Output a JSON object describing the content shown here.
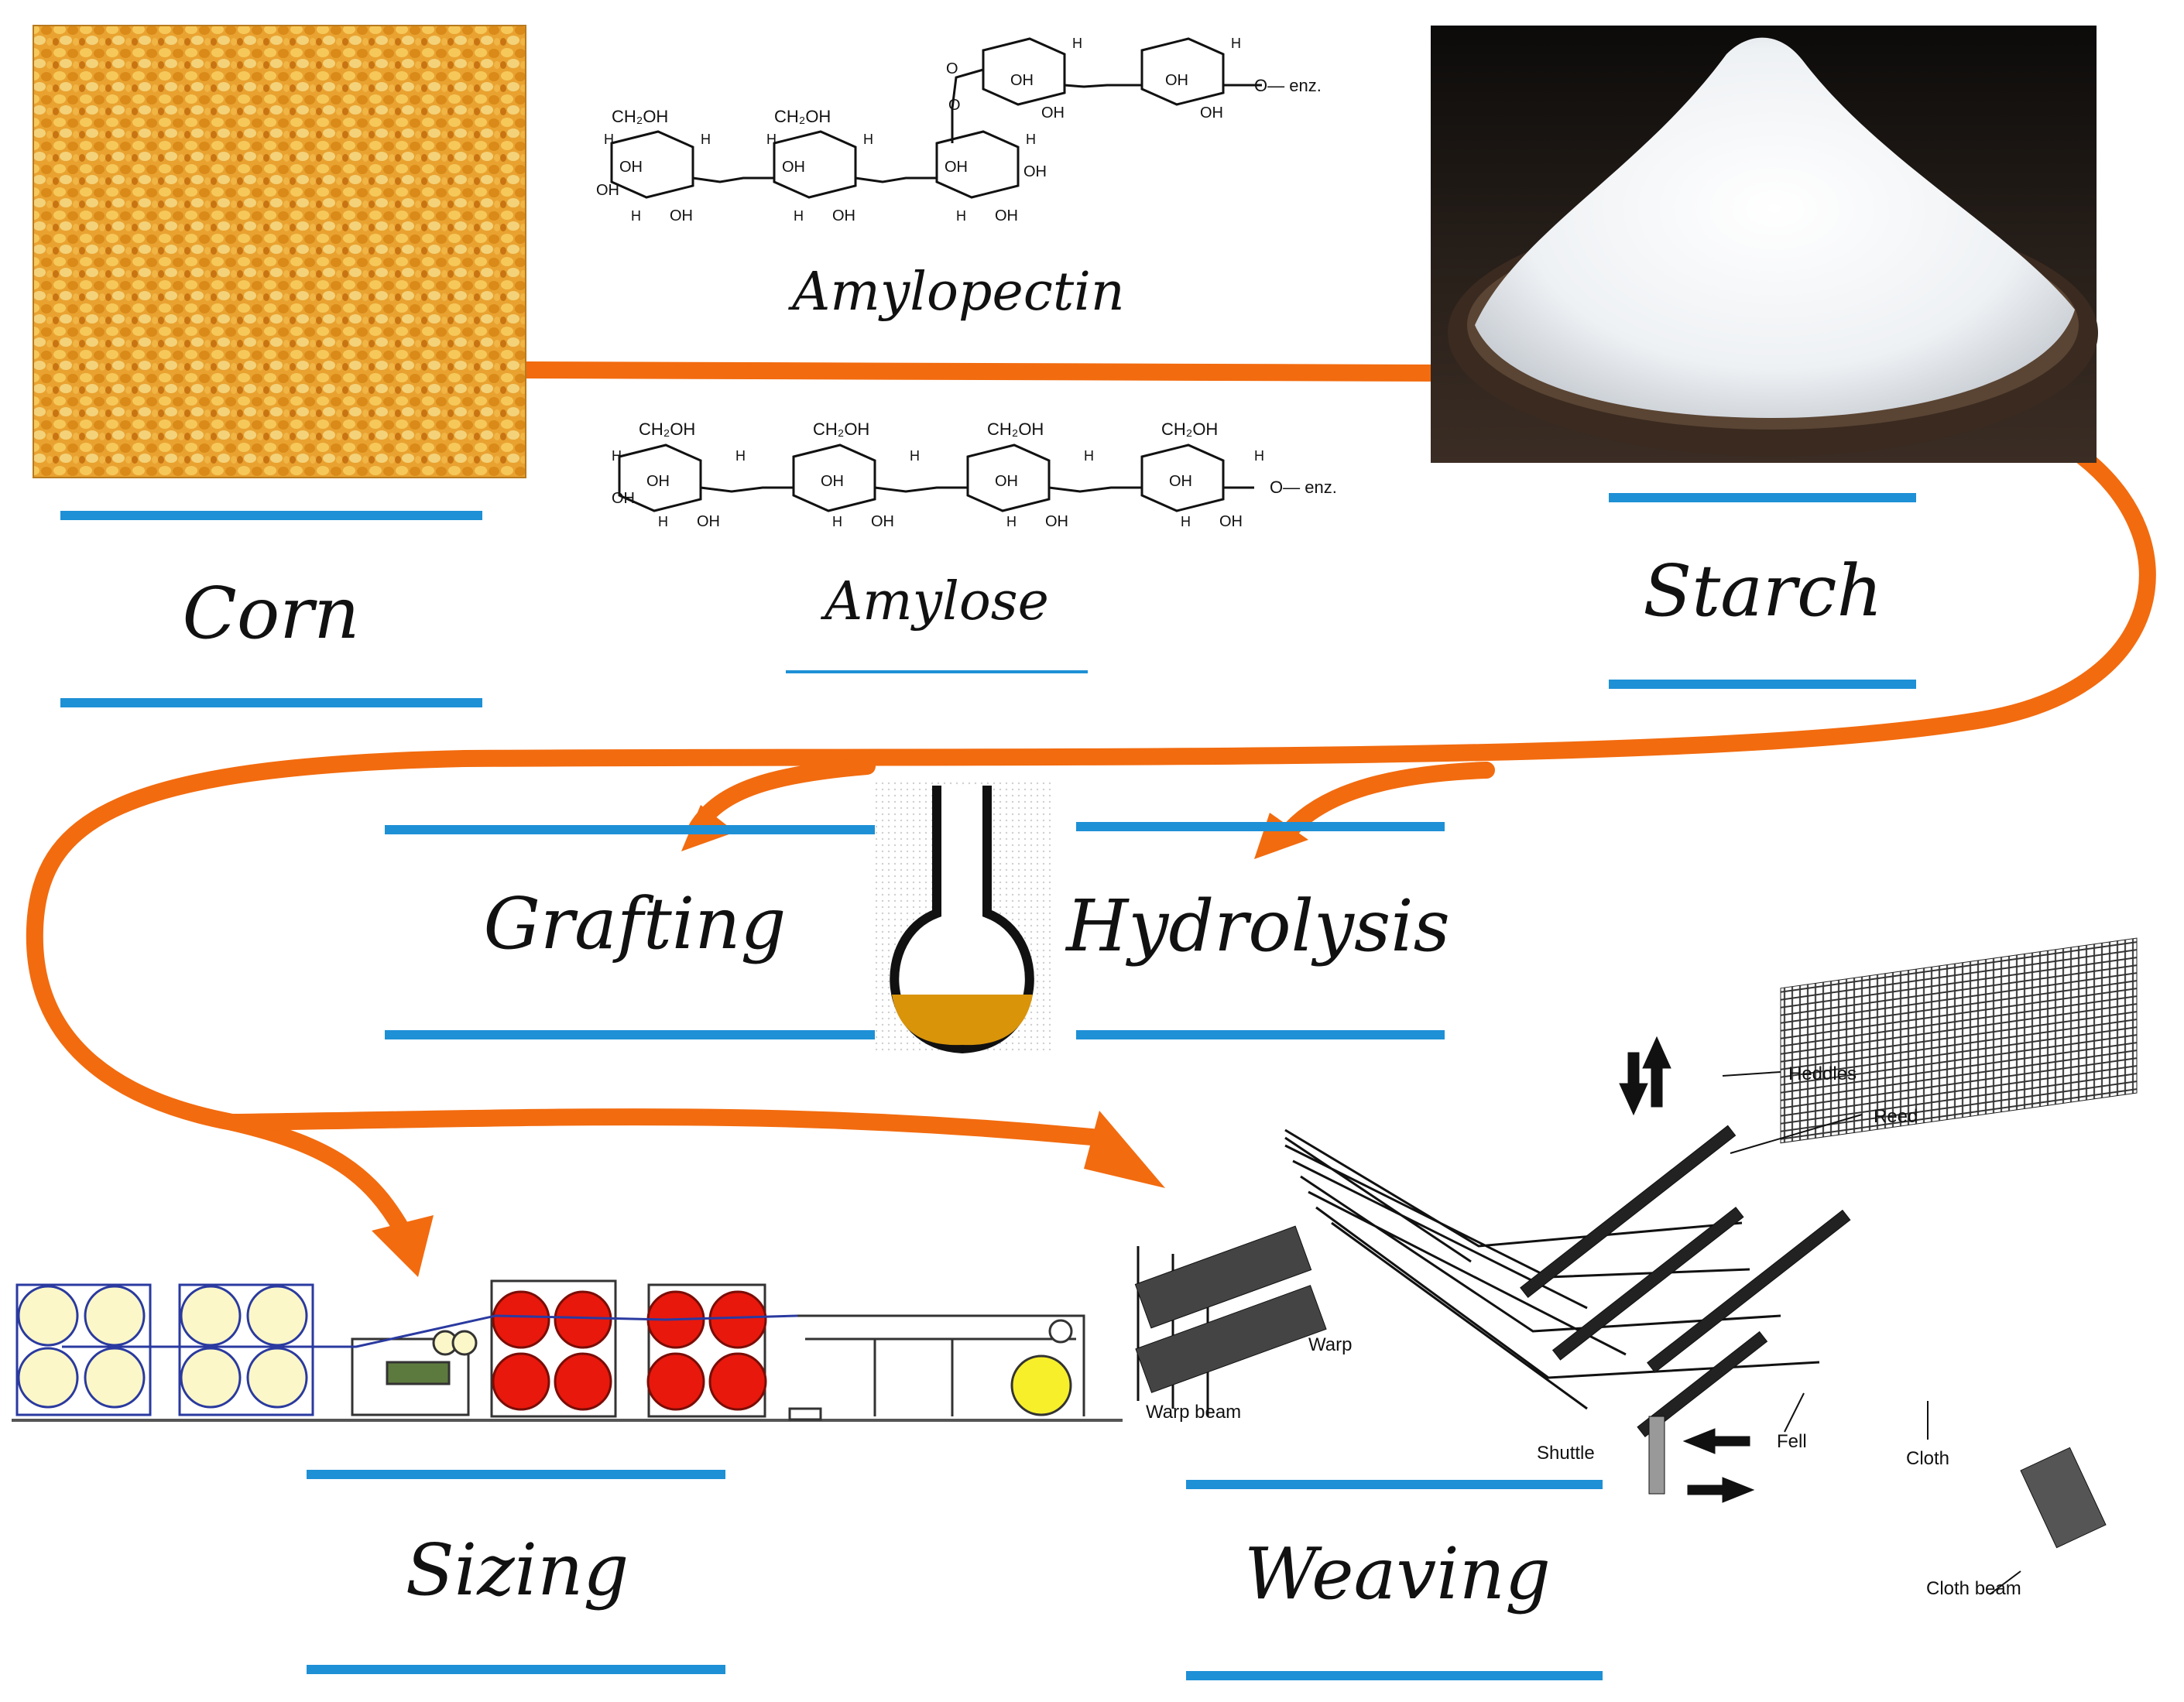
{
  "labels": {
    "corn": "Corn",
    "amylopectin": "Amylopectin",
    "amylose": "Amylose",
    "starch": "Starch",
    "grafting": "Grafting",
    "hydrolysis": "Hydrolysis",
    "sizing": "Sizing",
    "weaving": "Weaving"
  },
  "chem": {
    "ch2oh": "CH₂OH",
    "oh": "OH",
    "h": "H",
    "o": "O",
    "enz": "O— enz."
  },
  "loom_parts": {
    "heddles": "Heddles",
    "reed": "Reed",
    "warp": "Warp",
    "warp_beam": "Warp beam",
    "shuttle": "Shuttle",
    "fell": "Fell",
    "cloth": "Cloth",
    "cloth_beam": "Cloth beam"
  },
  "colors": {
    "arrow": "#f26b0f",
    "blue_line": "#1e90d6",
    "flask_liquid": "#d9940a",
    "roll_red": "#e8180c",
    "roll_cream": "#fbf7c8",
    "roll_yellow": "#f7ef2a"
  }
}
